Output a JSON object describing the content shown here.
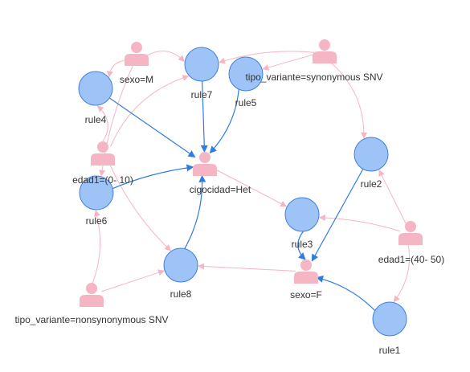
{
  "colors": {
    "rule_fill": "#9EC4F7",
    "rule_stroke": "#3F7FE0",
    "item_color": "#F6B5C3",
    "rule_edge": "#2F7CE3",
    "item_edge": "#F6B5C3",
    "label": "#333333"
  },
  "rules": [
    {
      "id": "rule1",
      "label": "rule1"
    },
    {
      "id": "rule2",
      "label": "rule2"
    },
    {
      "id": "rule3",
      "label": "rule3"
    },
    {
      "id": "rule4",
      "label": "rule4"
    },
    {
      "id": "rule5",
      "label": "rule5"
    },
    {
      "id": "rule6",
      "label": "rule6"
    },
    {
      "id": "rule7",
      "label": "rule7"
    },
    {
      "id": "rule8",
      "label": "rule8"
    }
  ],
  "items": [
    {
      "id": "sexo_m",
      "label": "sexo=M",
      "icon": "person-icon"
    },
    {
      "id": "tipo_syn",
      "label": "tipo_variante=synonymous SNV",
      "icon": "person-icon"
    },
    {
      "id": "edad_0_10",
      "label": "edad1=(0- 10)",
      "icon": "person-icon"
    },
    {
      "id": "cigocidad_het",
      "label": "cigocidad=Het",
      "icon": "person-icon"
    },
    {
      "id": "edad_40_50",
      "label": "edad1=(40- 50)",
      "icon": "person-icon"
    },
    {
      "id": "sexo_f",
      "label": "sexo=F",
      "icon": "person-icon"
    },
    {
      "id": "tipo_nonsyn",
      "label": "tipo_variante=nonsynonymous SNV",
      "icon": "person-icon"
    }
  ],
  "edges": [
    {
      "from": "sexo_m",
      "to": "rule7",
      "kind": "item"
    },
    {
      "from": "sexo_m",
      "to": "rule4",
      "kind": "item"
    },
    {
      "from": "sexo_m",
      "to": "rule6",
      "kind": "item"
    },
    {
      "from": "tipo_syn",
      "to": "rule7",
      "kind": "item"
    },
    {
      "from": "tipo_syn",
      "to": "rule5",
      "kind": "item"
    },
    {
      "from": "tipo_syn",
      "to": "rule2",
      "kind": "item"
    },
    {
      "from": "edad_0_10",
      "to": "rule4",
      "kind": "item"
    },
    {
      "from": "edad_0_10",
      "to": "rule7",
      "kind": "item"
    },
    {
      "from": "edad_0_10",
      "to": "rule8",
      "kind": "item"
    },
    {
      "from": "cigocidad_het",
      "to": "rule3",
      "kind": "item"
    },
    {
      "from": "edad_40_50",
      "to": "rule2",
      "kind": "item"
    },
    {
      "from": "edad_40_50",
      "to": "rule1",
      "kind": "item"
    },
    {
      "from": "edad_40_50",
      "to": "rule3",
      "kind": "item"
    },
    {
      "from": "sexo_f",
      "to": "rule8",
      "kind": "item"
    },
    {
      "from": "tipo_nonsyn",
      "to": "rule6",
      "kind": "item"
    },
    {
      "from": "tipo_nonsyn",
      "to": "rule8",
      "kind": "item"
    },
    {
      "from": "rule4",
      "to": "cigocidad_het",
      "kind": "rule"
    },
    {
      "from": "rule7",
      "to": "cigocidad_het",
      "kind": "rule"
    },
    {
      "from": "rule5",
      "to": "cigocidad_het",
      "kind": "rule"
    },
    {
      "from": "rule6",
      "to": "cigocidad_het",
      "kind": "rule"
    },
    {
      "from": "rule8",
      "to": "cigocidad_het",
      "kind": "rule"
    },
    {
      "from": "rule3",
      "to": "sexo_f",
      "kind": "rule"
    },
    {
      "from": "rule2",
      "to": "sexo_f",
      "kind": "rule"
    },
    {
      "from": "rule1",
      "to": "sexo_f",
      "kind": "rule"
    }
  ]
}
